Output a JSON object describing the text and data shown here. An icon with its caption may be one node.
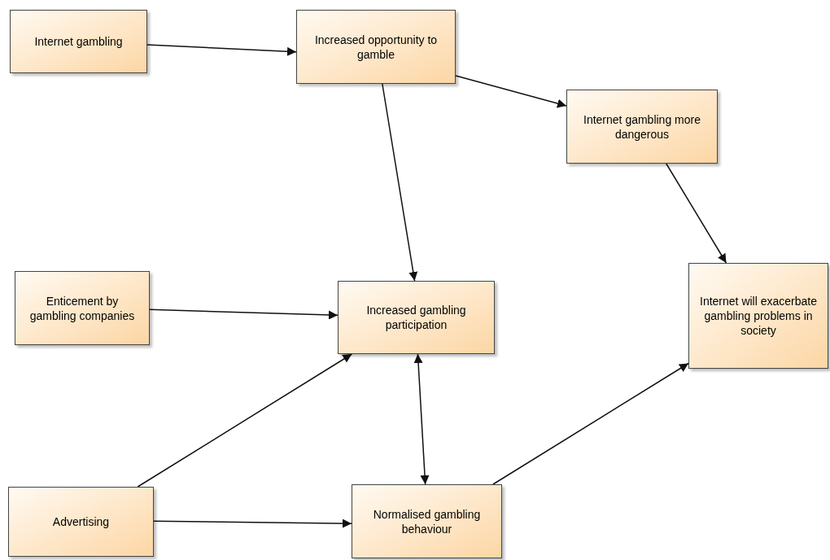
{
  "diagram": {
    "nodes": [
      {
        "text": [
          "Internet gambling"
        ]
      },
      {
        "text": [
          "Increased opportunity to gamble"
        ]
      },
      {
        "text": [
          "Internet gambling more dangerous"
        ]
      },
      {
        "text": [
          "Enticement by gambling companies"
        ]
      },
      {
        "text": [
          "Increased gambling participation"
        ]
      },
      {
        "text": [
          "Internet will exacerbate gambling problems in society"
        ]
      },
      {
        "text": [
          "Advertising"
        ]
      },
      {
        "text": [
          "Normalised gambling behaviour"
        ]
      }
    ],
    "edges": [
      {
        "from": 0,
        "to": 1,
        "arrow": "to"
      },
      {
        "from": 1,
        "to": 2,
        "arrow": "to"
      },
      {
        "from": 1,
        "to": 4,
        "arrow": "to"
      },
      {
        "from": 2,
        "to": 5,
        "arrow": "to"
      },
      {
        "from": 3,
        "to": 4,
        "arrow": "to"
      },
      {
        "from": 6,
        "to": 4,
        "arrow": "to"
      },
      {
        "from": 4,
        "to": 7,
        "arrow": "both"
      },
      {
        "from": 6,
        "to": 7,
        "arrow": "to"
      },
      {
        "from": 7,
        "to": 5,
        "arrow": "to"
      }
    ]
  }
}
